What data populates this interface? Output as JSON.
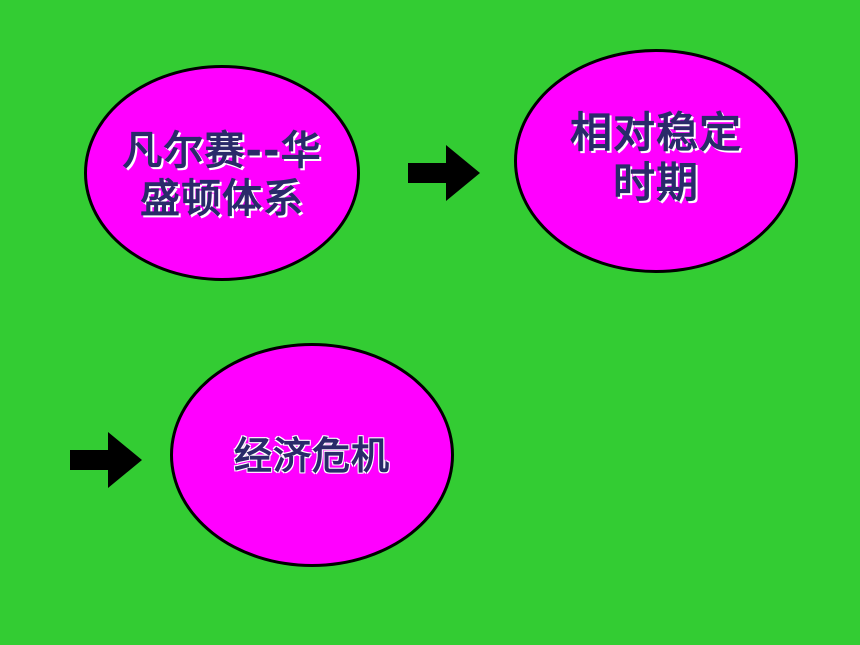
{
  "colors": {
    "background": "#33CC33",
    "node_fill": "#FF00FF",
    "node_border": "#000000",
    "text_dark": "#2A2A6A",
    "text_light": "#FFFFFF",
    "arrow": "#000000"
  },
  "nodes": [
    {
      "id": "versailles-washington",
      "text": "凡尔赛--华\n盛顿体系"
    },
    {
      "id": "relative-stability",
      "text": "相对稳定\n时期"
    },
    {
      "id": "economic-crisis",
      "text": "经济危机"
    }
  ],
  "arrows": [
    {
      "icon": "right-arrow-icon"
    },
    {
      "icon": "right-arrow-icon"
    }
  ]
}
